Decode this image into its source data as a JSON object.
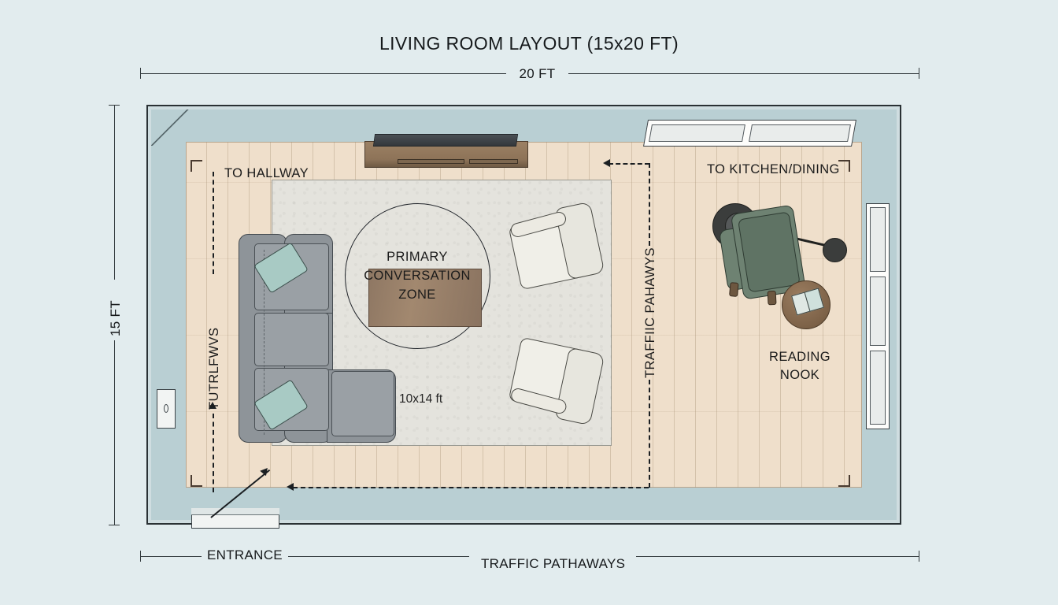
{
  "title": "LIVING ROOM LAYOUT (15x20 FT)",
  "colors": {
    "background": "#e2ecee",
    "wall": "#2a3134",
    "wall_fill": "#b9cfd3",
    "floor": "#efdfcb",
    "rug": "#e4e3dd",
    "sofa": "#8e9499",
    "pillow": "#a8cac4",
    "armchair": "#f0efe8",
    "green_chair": "#6e8272",
    "wood": "#8d7358",
    "ink": "#1b1f22"
  },
  "dimensions": {
    "width_label": "20 FT",
    "height_label": "15 FT"
  },
  "zones": {
    "conversation": {
      "line1": "PRIMARY",
      "line2": "CONVERSATION",
      "line3": "ZONE"
    },
    "rug_size": "10x14 ft",
    "reading_nook": {
      "line1": "READING",
      "line2": "NOOK"
    }
  },
  "callouts": {
    "to_hallway": "TO HALLWAY",
    "to_kitchen": "TO KITCHEN/DINING",
    "entrance": "ENTRANCE",
    "traffic_bottom": "TRAFFIC PATHAWAYS",
    "traffic_vertical_mid": "TRAFFIIC PAHAWYS",
    "traffic_vertical_left": "TUTRLFWVS"
  },
  "furniture": [
    {
      "name": "sectional-sofa",
      "label": "L-shaped sectional sofa"
    },
    {
      "name": "throw-pillow-upper",
      "label": "Throw pillow"
    },
    {
      "name": "throw-pillow-lower",
      "label": "Throw pillow"
    },
    {
      "name": "coffee-table",
      "label": "Coffee table"
    },
    {
      "name": "armchair-upper",
      "label": "Accent armchair"
    },
    {
      "name": "armchair-lower",
      "label": "Accent armchair"
    },
    {
      "name": "media-console",
      "label": "Media console"
    },
    {
      "name": "television",
      "label": "Television"
    },
    {
      "name": "area-rug",
      "label": "Area rug"
    },
    {
      "name": "green-armchair",
      "label": "Reading armchair"
    },
    {
      "name": "floor-lamp",
      "label": "Arc floor lamp"
    },
    {
      "name": "side-table",
      "label": "Round side table"
    },
    {
      "name": "open-book",
      "label": "Open book"
    }
  ],
  "openings": [
    {
      "name": "window-top",
      "label": "Top wall window"
    },
    {
      "name": "window-right",
      "label": "Right wall window"
    },
    {
      "name": "entrance-door",
      "label": "Entrance door"
    },
    {
      "name": "left-wall-door",
      "label": "Left wall opening"
    }
  ]
}
